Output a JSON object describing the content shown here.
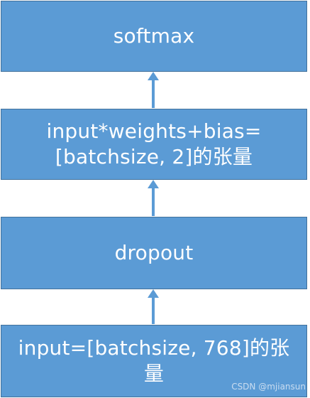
{
  "diagram": {
    "nodes": [
      {
        "id": "softmax",
        "label": "softmax"
      },
      {
        "id": "linear",
        "label": "input*weights+bias=[batchsize, 2]的张量"
      },
      {
        "id": "dropout",
        "label": "dropout"
      },
      {
        "id": "input",
        "label": "input=[batchsize, 768]的张量"
      }
    ],
    "edges": [
      {
        "from": "linear",
        "to": "softmax"
      },
      {
        "from": "dropout",
        "to": "linear"
      },
      {
        "from": "input",
        "to": "dropout"
      }
    ]
  },
  "colors": {
    "box_fill": "#5b9bd5",
    "box_border": "#41719c",
    "arrow": "#5b9bd5",
    "text": "#ffffff"
  },
  "watermark": "CSDN @mjiansun"
}
